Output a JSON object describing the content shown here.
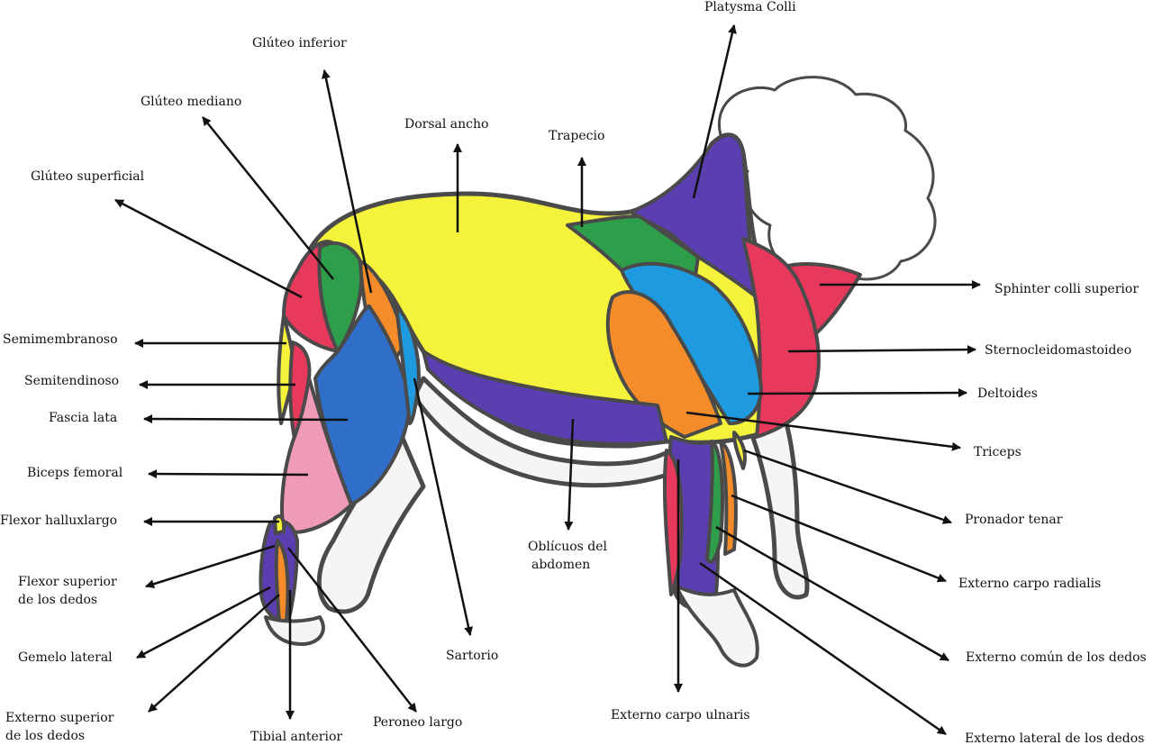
{
  "colors": {
    "outline": "#4a4a4a",
    "skin": "#f5f5f5",
    "yellow": "#f4f23a",
    "purple": "#5b3fb0",
    "blue": "#2f6fc9",
    "light_blue": "#1e9be0",
    "green": "#2e9e4a",
    "red": "#e6395c",
    "orange": "#f58c2a",
    "pink": "#ef9ab6",
    "arrow": "#111111"
  },
  "labels": {
    "gluteo_inferior": "Glúteo inferior",
    "platysma_colli": "Platysma Colli",
    "gluteo_mediano": "Glúteo mediano",
    "dorsal_ancho": "Dorsal ancho",
    "trapecio": "Trapecio",
    "gluteo_superficial": "Glúteo superficial",
    "sphinter_colli": "Sphinter colli superior",
    "semimembranoso": "Semimembranoso",
    "esternocleidomastoideo": "Sternocleidomastoideo",
    "semitendinoso": "Semitendinoso",
    "deltoides": "Deltoides",
    "fascia_lata": "Fascia lata",
    "triceps": "Triceps",
    "biceps_femoral": "Biceps femoral",
    "pronador_tenar": "Pronador tenar",
    "flexor_halluxlargo": "Flexor halluxlargo",
    "obliquos_1": "Oblícuos del",
    "obliquos_2": "abdomen",
    "flexor_superior_1": "Flexor superior",
    "flexor_superior_2": "de los dedos",
    "externo_carpo_radialis": "Externo carpo radialis",
    "gemelo_lateral": "Gemelo lateral",
    "sartorio": "Sartorio",
    "externo_comun": "Externo común de los dedos",
    "externo_carpo_ulnaris": "Externo carpo ulnaris",
    "externo_superior_1": "Externo superior",
    "externo_superior_2": "de los dedos",
    "peroneo_largo": "Peroneo largo",
    "tibial_anterior": "Tibial anterior",
    "externo_lateral": "Externo lateral de los dedos"
  }
}
